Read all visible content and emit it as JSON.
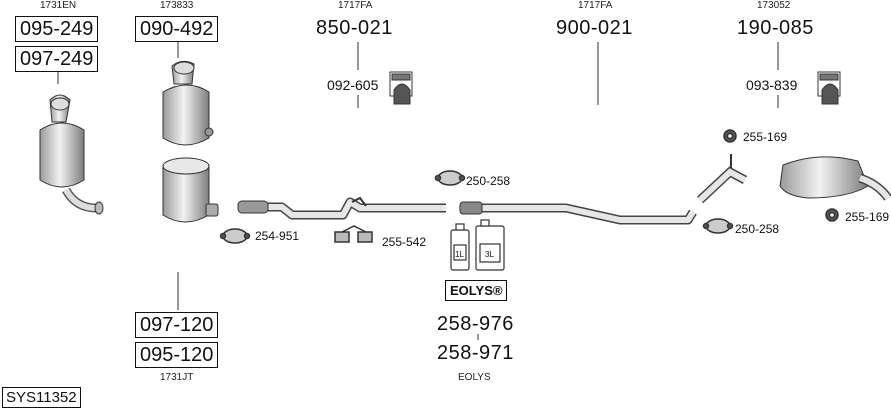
{
  "groups": [
    {
      "ref": "1731EN",
      "parts": [
        "095-249",
        "097-249"
      ]
    },
    {
      "ref": "173833",
      "parts": [
        "090-492"
      ]
    },
    {
      "ref": "1717FA",
      "part": "850-021",
      "bracket": "092-605"
    },
    {
      "ref": "1717FA",
      "part": "900-021"
    },
    {
      "ref": "173052",
      "part": "190-085",
      "bracket": "093-839"
    },
    {
      "ref": "1731JT",
      "parts": [
        "097-120",
        "095-120"
      ]
    },
    {
      "ref": "EOLYS",
      "parts": [
        "258-976",
        "258-971"
      ],
      "badge": "EOLYS®",
      "cans": [
        "1L",
        "3L"
      ]
    }
  ],
  "accessories": [
    "254-951",
    "255-542",
    "250-258",
    "255-169",
    "250-258",
    "255-169"
  ],
  "system_id": "SYS11352"
}
